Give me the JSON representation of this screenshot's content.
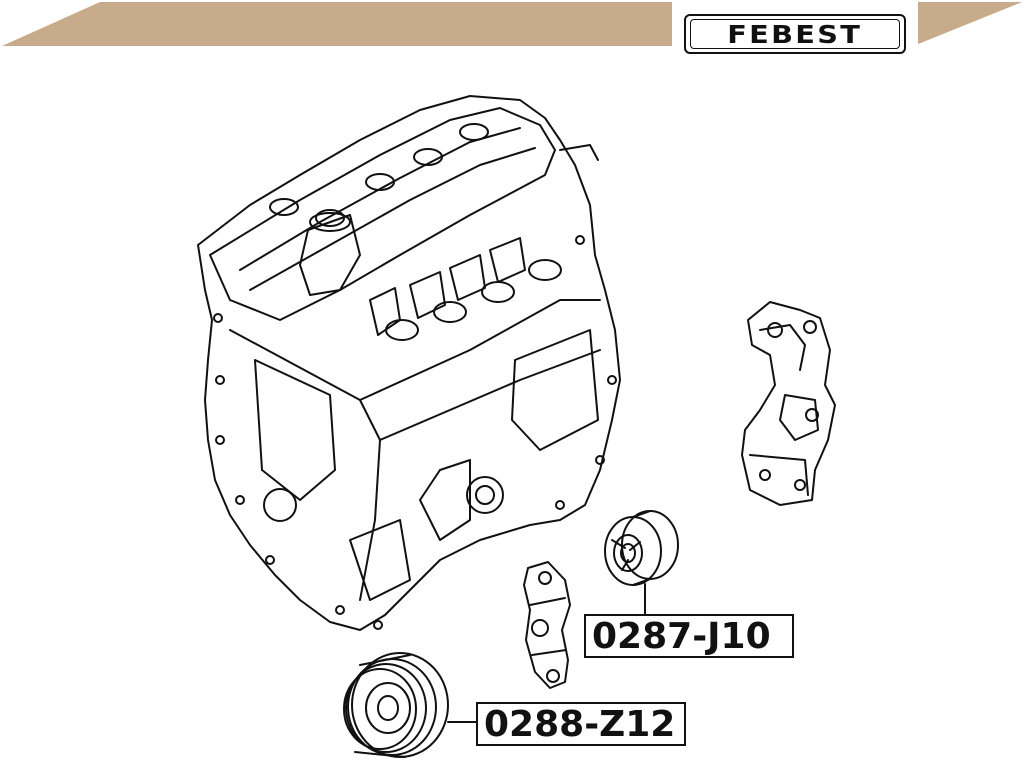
{
  "brand": {
    "logo_text": "FEBEST",
    "banner_color": "#c8ab8a"
  },
  "parts": [
    {
      "number": "0287-J10",
      "component": "idler-pulley"
    },
    {
      "number": "0288-Z12",
      "component": "crankshaft-pulley"
    }
  ]
}
